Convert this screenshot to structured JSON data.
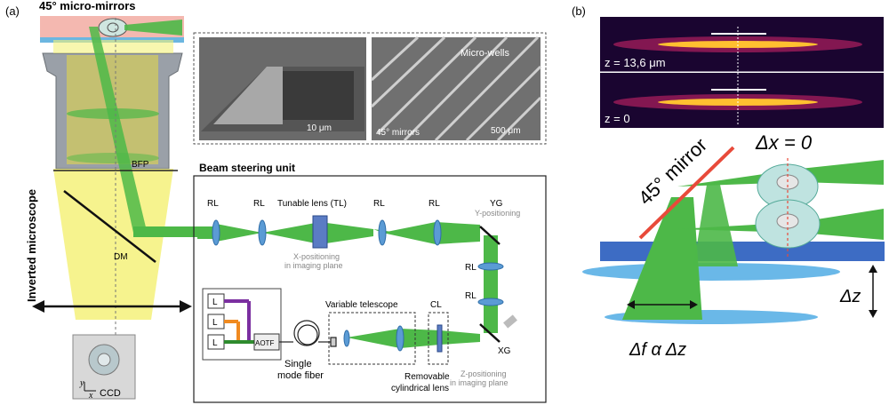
{
  "panels": {
    "a": "(a)",
    "b": "(b)"
  },
  "left": {
    "title": "45° micro-mirrors",
    "vertical_label": "Inverted microscope",
    "bfp": "BFP",
    "dm": "DM",
    "ccd": "CCD",
    "axis_y": "y",
    "axis_x": "x"
  },
  "sem": {
    "scale_left": "10 μm",
    "micro_wells": "Micro-wells",
    "mirrors": "45° mirrors",
    "scale_right": "500 μm"
  },
  "bsu": {
    "title": "Beam steering unit",
    "rl": "RL",
    "tunable_lens": "Tunable lens (TL)",
    "x_positioning_1": "X-positioning",
    "x_positioning_2": "in imaging plane",
    "yg": "YG",
    "y_positioning": "Y-positioning",
    "xg": "XG",
    "z_positioning_1": "Z-positioning",
    "z_positioning_2": "in imaging plane",
    "variable_telescope": "Variable telescope",
    "cl": "CL",
    "aotf": "AOTF",
    "laser": "L",
    "single_mode_1": "Single",
    "single_mode_2": "mode fiber",
    "removable_1": "Removable",
    "removable_2": "cylindrical lens"
  },
  "right": {
    "z_top": "z = 13,6 μm",
    "z_bottom": "z = 0",
    "mirror_label": "45° mirror",
    "dx": "Δx = 0",
    "dz": "Δz",
    "df": "Δf α Δz"
  },
  "colors": {
    "beam": "#4db848",
    "beam_dark": "#2e8b2e",
    "yellow_cone": "#f4f17a",
    "lens": "#5b9bd5",
    "mirror_red": "#e84a3a",
    "stage_blue": "#3d6cc4",
    "heat_bg": "#1a0530"
  }
}
